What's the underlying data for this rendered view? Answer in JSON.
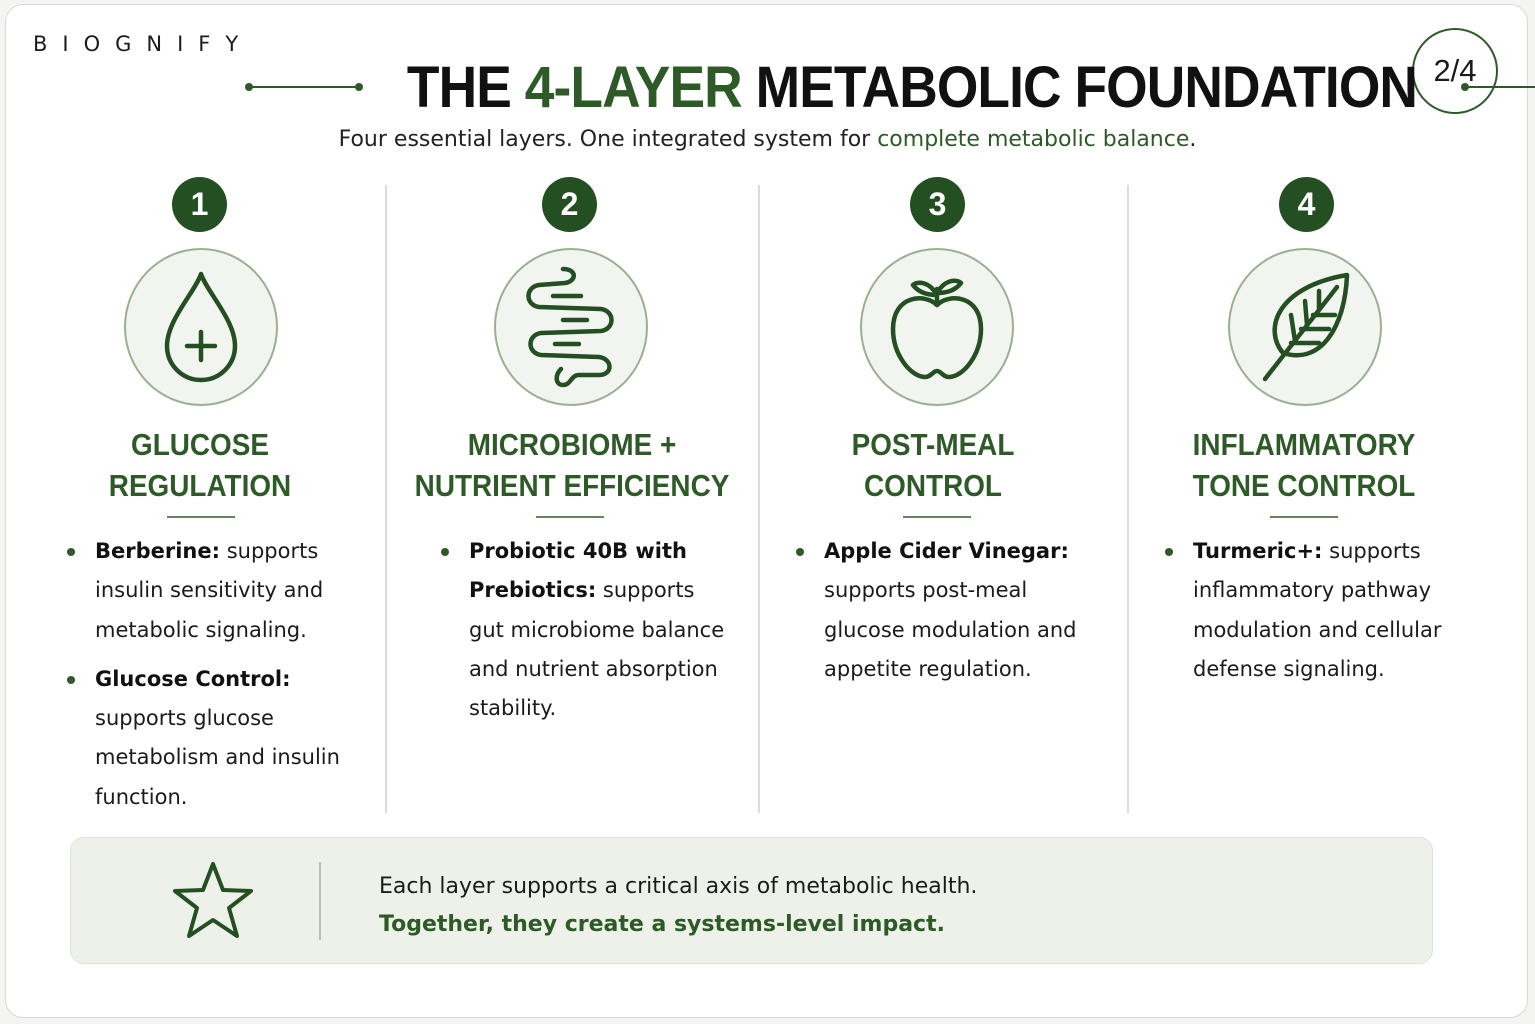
{
  "brand": "BIOGNIFY",
  "page_indicator": "2/4",
  "header": {
    "title_prefix": "THE",
    "title_accent": "4-LAYER",
    "title_suffix": "METABOLIC FOUNDATION",
    "subtitle_plain": "Four essential layers. One integrated system for",
    "subtitle_accent": "complete metabolic balance",
    "subtitle_end": "."
  },
  "layers": [
    {
      "number": "1",
      "icon": "drop-plus-icon",
      "title_line1": "GLUCOSE",
      "title_line2": "REGULATION",
      "bullets": [
        {
          "name": "Berberine:",
          "text": "supports insulin sensitivity and metabolic signaling."
        },
        {
          "name": "Glucose Control:",
          "text": "supports glucose metabolism and insulin function."
        }
      ]
    },
    {
      "number": "2",
      "icon": "intestine-icon",
      "title_line1": "MICROBIOME +",
      "title_line2": "NUTRIENT EFFICIENCY",
      "bullets": [
        {
          "name": "Probiotic 40B with Prebiotics:",
          "text": "supports gut microbiome balance and nutrient absorption stability."
        }
      ]
    },
    {
      "number": "3",
      "icon": "apple-icon",
      "title_line1": "POST-MEAL",
      "title_line2": "CONTROL",
      "bullets": [
        {
          "name": "Apple Cider Vinegar:",
          "text": "supports post-meal glucose modulation and appetite regulation."
        }
      ]
    },
    {
      "number": "4",
      "icon": "leaf-icon",
      "title_line1": "INFLAMMATORY",
      "title_line2": "TONE CONTROL",
      "bullets": [
        {
          "name": "Turmeric+:",
          "text": "supports inflammatory pathway modulation and cellular defense signaling."
        }
      ]
    }
  ],
  "footer": {
    "icon": "star-icon",
    "line1": "Each layer supports a critical axis of metabolic health.",
    "line2": "Together, they create a systems-level impact."
  },
  "colors": {
    "accent": "#2d5a27",
    "badge_fill": "#244f22",
    "icon_circle_bg": "#f2f4ef",
    "footer_bg": "#eef1ea"
  }
}
